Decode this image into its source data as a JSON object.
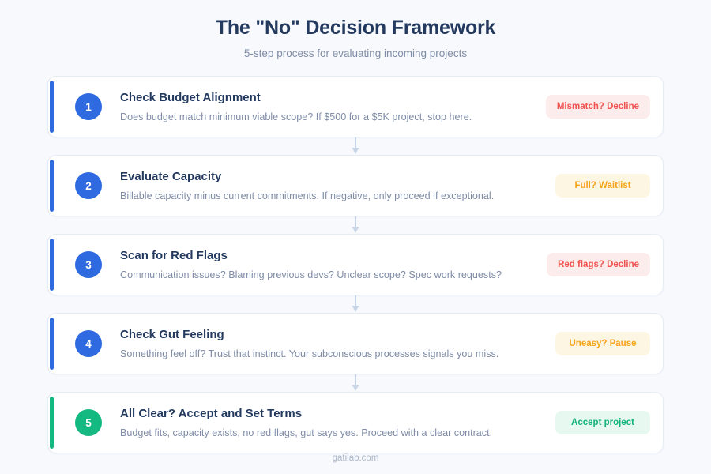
{
  "header": {
    "title": "The \"No\" Decision Framework",
    "subtitle": "5-step process for evaluating incoming projects"
  },
  "colors": {
    "background": "#f7f9fc",
    "card_background": "#ffffff",
    "card_border": "#e6ecf5",
    "accent_blue": "#2f6ae0",
    "accent_green": "#14b881",
    "title_navy": "#23395e",
    "muted_text": "#7f8ca6",
    "badge_red_bg": "#fdecec",
    "badge_red_text": "#f0534f",
    "badge_amber_bg": "#fdf6e2",
    "badge_amber_text": "#f5a41c",
    "badge_green_bg": "#e7f8f0",
    "badge_green_text": "#12b37c",
    "connector": "#c8d5e6"
  },
  "steps": [
    {
      "number": "1",
      "title": "Check Budget Alignment",
      "description": "Does budget match minimum viable scope? If $500 for a $5K project, stop here.",
      "badge": "Mismatch? Decline",
      "badge_tone": "red",
      "accent": "blue"
    },
    {
      "number": "2",
      "title": "Evaluate Capacity",
      "description": "Billable capacity minus current commitments. If negative, only proceed if exceptional.",
      "badge": "Full? Waitlist",
      "badge_tone": "amber",
      "accent": "blue"
    },
    {
      "number": "3",
      "title": "Scan for Red Flags",
      "description": "Communication issues? Blaming previous devs? Unclear scope? Spec work requests?",
      "badge": "Red flags? Decline",
      "badge_tone": "red",
      "accent": "blue"
    },
    {
      "number": "4",
      "title": "Check Gut Feeling",
      "description": "Something feel off? Trust that instinct. Your subconscious processes signals you miss.",
      "badge": "Uneasy? Pause",
      "badge_tone": "amber",
      "accent": "blue"
    },
    {
      "number": "5",
      "title": "All Clear? Accept and Set Terms",
      "description": "Budget fits, capacity exists, no red flags, gut says yes. Proceed with a clear contract.",
      "badge": "Accept project",
      "badge_tone": "green",
      "accent": "green"
    }
  ],
  "connector": {
    "icon": "arrow-down-icon",
    "count": 4
  },
  "footer": {
    "text": "gatilab.com"
  }
}
